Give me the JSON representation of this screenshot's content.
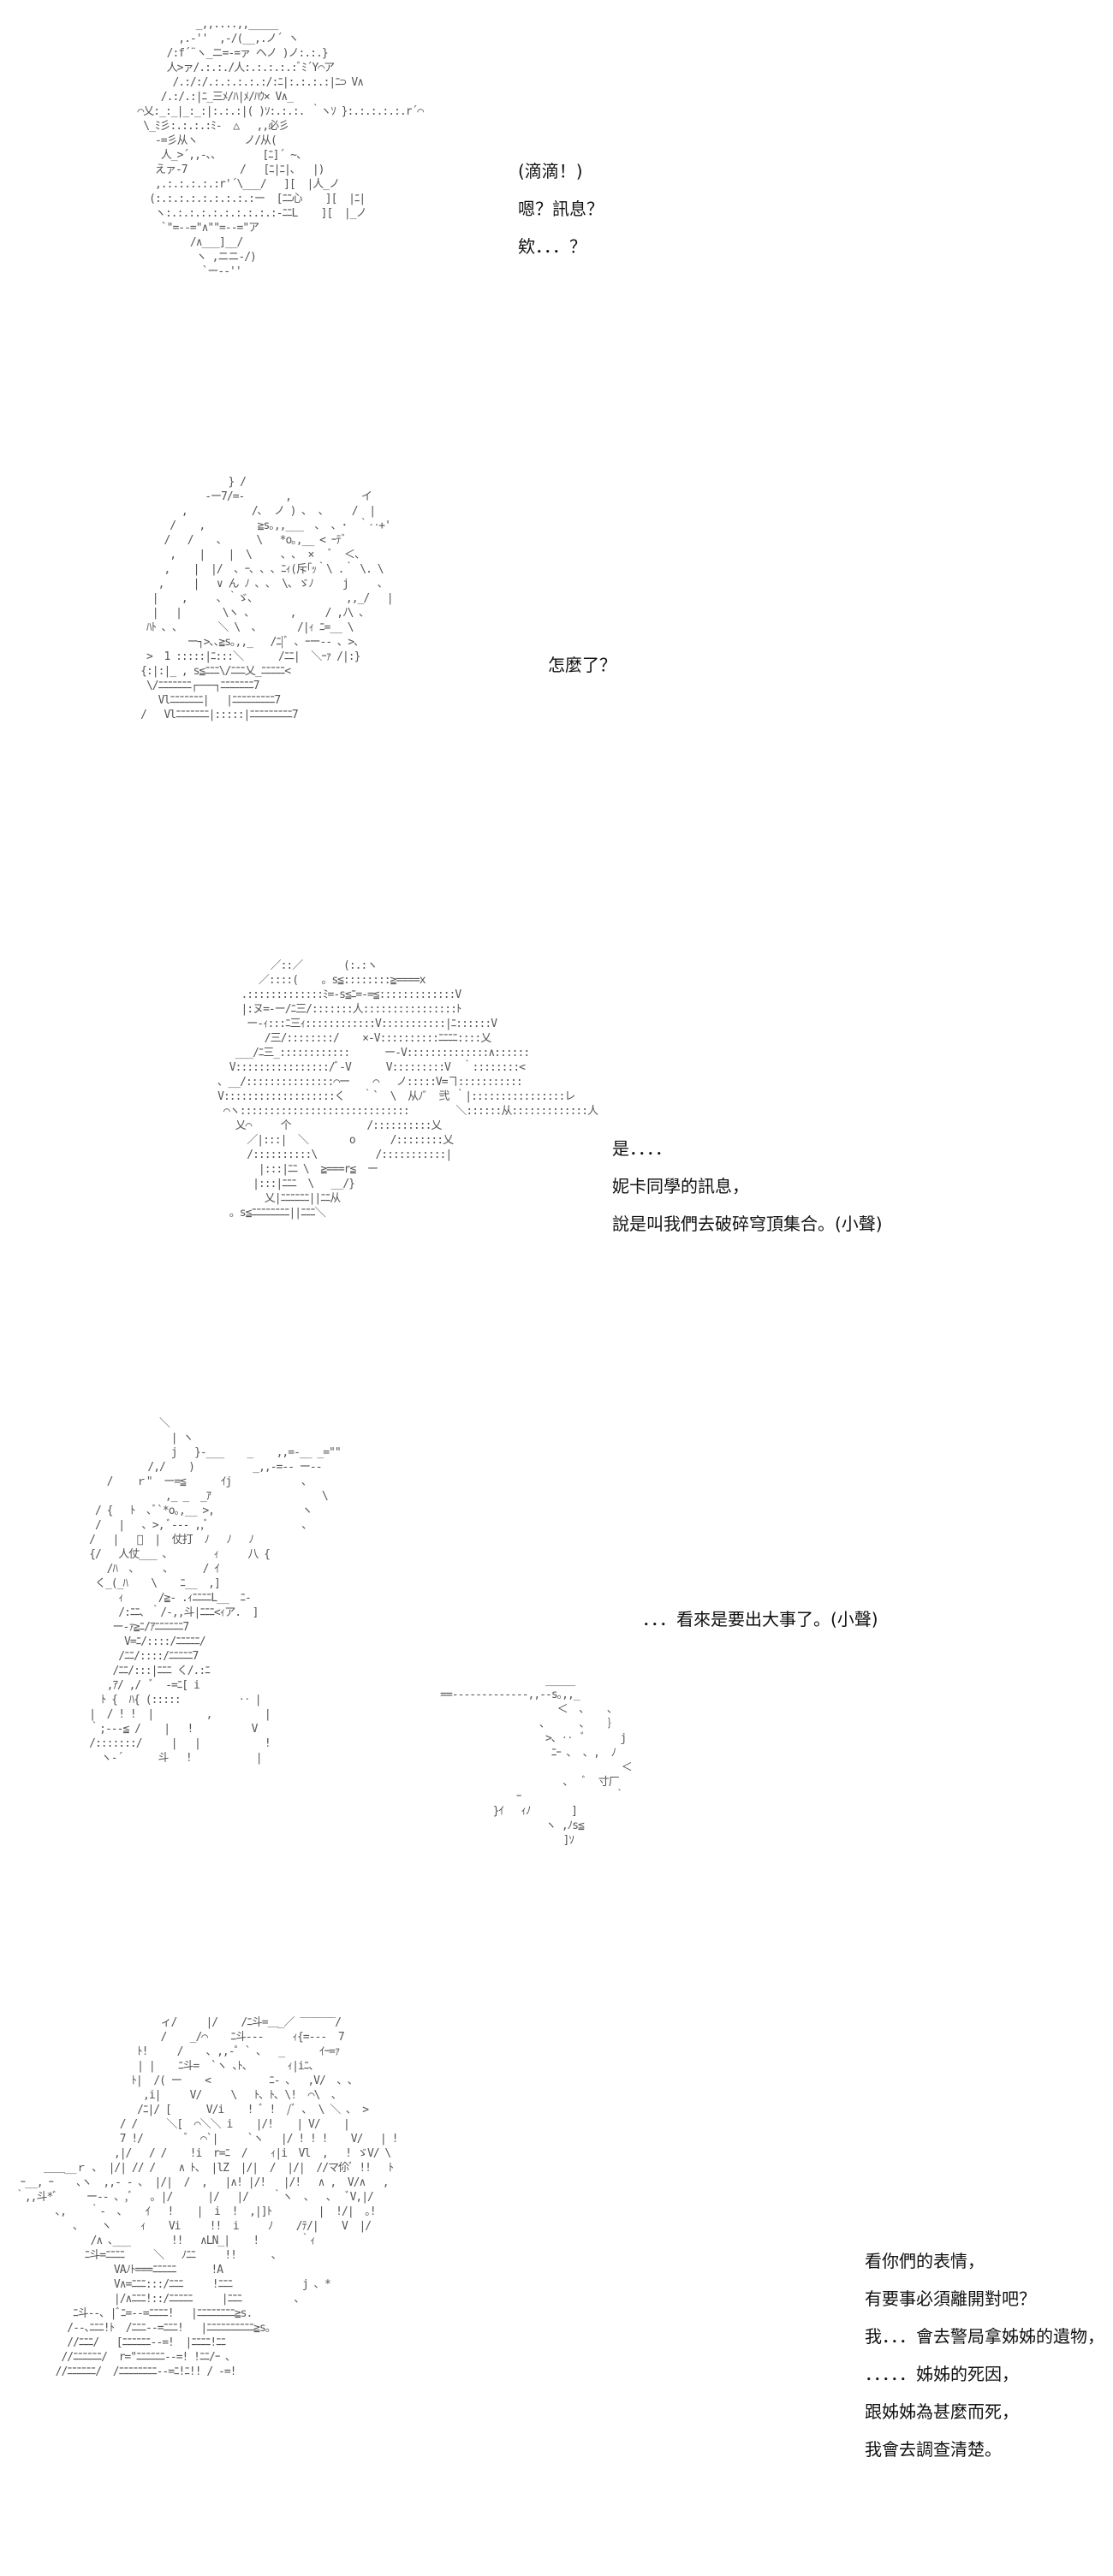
{
  "panels": [
    {
      "art": "             _,,....,,_____\n          ,.-''  ,-/(__,.ノ´ ヽ\n        /:f´¨ヽ_ニ=-=ァ ヘノ )ノ:.:.}\n        人>ァ/.:.:./人:.:.:.:.:ﾞﾐ´Y⌒ア\n         /.:/:/.:.:.:.:.:/:ﾆ|:.:.:.:|ﾆ⊃ V∧\n       /.:/.:|ﾆ_三ﾒ/ﾊ|ﾒ/ﾊｳ× V∧_\n   ⌒乂:_:_|_:_:|:.:.:|( )ｿ:.:.:. ｀ヽｿ }:.:.:.:.:.r´⌒\n    \\_ﾐ彡:.:.:.:ﾐ-  △   ,,必彡\n      -=彡从ヽ        ノ/从(\n       人_>´,,-､､        [ﾆ]´ ~、\n      えァ-7         /   [ﾆ|ﾆ|､   |)\n      ,.:.:.:.:.:r'´\\___/   ][  |人_ノ\n     (:.:.:.:.:.:.:.:.:ー  [ﾆﾆ心    ][  |ﾆ|\n      ヽ:.:.:.:.:.:.:.:.:.:-ﾆﾆL    ][  |_ノ\n       `\"=--=\"∧\"\"=--=\"ア\n            /∧___]__/\n             ヽ ,ニニ-/)\n              `ー--''",
      "lines": [
        "(滴滴！)",
        "嗯？訊息？",
        "欸．．．？"
      ]
    },
    {
      "art": "                    } /\n                -ー7/=-       ,            イ\n            ,           /､  ノ ) ､  、    /  |\n          /    ,         ≧s｡,,___  ､  ､ ･  ｀‥+'\n         /   /    ､      \\   *o｡,__ < ｰﾃﾞ\n          ,    |    |  \\     ､ ､  ×   ﾞ  ＜、\n         ,    |  |/  ､ ｰ､ ､ ､ ﾆｨ(斥｢ｯ｀\\ .｀ \\. \\\n        ,     |   ∨ ん ﾉ ､ ､  \\､ ゞﾉ     j     ､\n       |    ,     ､ ｀ゞ､                ,,_/   |\n       |   |       \\ヽ ､       ,     / ,ﾉ\\ ､\n      ﾊﾄ ､ ､       ＼ \\  ､       /|ｨ ﾆ=__ \\\n             ー┐>､､≧s｡,,_   /ﾆ|ﾞ ､ ｰー-- ､ >､\n      >  1 :::::|ﾆ:::＼      /ﾆﾆ|  ＼ｰｧ /|:}\n     {:|:|_ , s≦ﾆﾆﾆ\\/ﾆﾆﾆ乂_ﾆﾆﾆﾆﾆ<\n      \\/ﾆﾆﾆﾆﾆﾆﾆ┌───┐ﾆﾆﾆﾆﾆﾆﾆ7\n        Vlﾆﾆﾆﾆﾆﾆﾆ|   |ﾆﾆﾆﾆﾆﾆﾆﾆﾆ7\n     /   Vlﾆﾆﾆﾆﾆﾆﾆ|:::::|ﾆﾆﾆﾆﾆﾆﾆﾆﾆ7",
      "lines": [
        "怎麼了？"
      ]
    },
    {
      "art": "              ／::／       (:.:ヽ\n            ／::::(    。s≦::::::::≧====x\n         .:::::::::::::ﾐ=-s≦ﾆ=-=≦:::::::::::::V\n         |:ヌ=-ー/ﾆ三/:::::::人::::::::::::::::ﾄ\n          ー‐ｨ:::ﾆ三ｨ::::::::::::V:::::::::::|ﾆ::::::V\n             /三/::::::::/    ×-V::::::::::ﾆﾆﾆﾆ::::乂\n        ___/ﾆ三_::::::::::::      ー-V::::::::::::::∧::::::\n       V::::::::::::::::/ﾞ-V      V:::::::::V  ｀::::::::<\n     ､ __/:::::::::::::::⌒ー    ⌒   ノ:::::V=ヿ:::::::::::\n     V:::::::::::::::::::く   ｀`  \\  从ﾉ゛ 弐 ｀|::::::::::::::::レ\n      ⌒ヽ:::::::::::::::::::::::::::::        ＼::::::从:::::::::::::人\n        乂⌒     个             /::::::::::乂\n          ／|:::|  ＼       o      /::::::::乂\n          /::::::::::\\          /:::::::::::|\n            |:::|ﾆﾆ \\  ≧===r≦  ー\n           |:::|ﾆﾆﾆ  \\   __/}\n             乂|ﾆﾆﾆﾆﾆﾆ||ﾆﾆ从\n       。s≦ﾆﾆﾆﾆﾆﾆﾆﾆ||ﾆﾆﾆ＼",
      "lines": [
        "是．．．．",
        "妮卡同學的訊息，",
        "說是叫我們去破碎穹頂集合。(小聲)"
      ]
    },
    {
      "art": "                 ＼\n                   | ヽ\n                   j   }-___    _    ,,=-__ _=\"\"\n               /,/    )          _,,-=-- ー--\n        /    ｒ\"  ー=≦      ｲj            ､\n                  ,_ _  _ｱ                   \\\n      / {   ﾄ  ､ﾞ`*o｡,__ >,               ヽ\n      /   |   ､ >, ﾞ--- ,,ﾞ                ､\n     /   |   ﾞ  |  仗打  ﾉ   ﾉ   ﾉ\n     {/   人仗___ ､        ｨ     八 {\n        /ﾊ  ､     ､      / ｲ\n      く_(_ﾊ    \\    ﾆ__  ,]\n          ｨ      /≧- .ｨﾆﾆﾆﾆL__  ﾆ-\n          /:ﾆﾆ､ ｀/-,,斗|ﾆﾆﾆ<ｨア.  ]\n         ー-ｧ≧ﾆ/ｱﾆﾆﾆﾆﾆﾆ7\n           V=ﾆ/::::/ﾆﾆﾆﾆﾆ/\n          /ﾆﾆ/::::/ﾆﾆﾆﾆﾆ7\n         /ﾆﾆ/:::|ﾆﾆﾆ く/.:ﾆ\n        ,ｱ/ ,/  ﾞ  -=ﾆ[ i\n       ﾄ {  ﾊ{ (:::::          ‥ |\n     |  / ! !  |         ,         |\n     ｀;---≦ /    |   !          V\n     /:::::::/     |   |           !\n       ヽ-´      斗   !           |",
      "art2": "                       _____\n     ==‐‐‐‐‐‐‐‐‐‐‐‐‐,,-‐s｡,,_\n                         ＜  ､    ､\n                      ､      ､    ｝\n                       >､ ‥  ﾞ      j\n                        ﾆｰ ､  ､ ,  ﾉ\n                                    ＜\n                          ､   ﾞ  寸厂\n                  ｰ                ｀\n              }ｲ   ｨﾉ       ]\n                       ヽ ,ﾉs≦\n                          ]ｿ",
      "lines": [
        "．．．看來是要出大事了。(小聲)"
      ]
    },
    {
      "art": "                          ィ/     |/    /ﾆ斗=＿_／ ‾‾‾‾‾‾/\n                          /    _/⌒    ﾆ斗---     ｨ{=---  7\n                      ﾄ!     /    ､ ,,-゜` ､   _      ｲｰ=ｧ\n                      | |    ﾆ斗=  `ヽ ､ﾄ、      ｨ|iﾆ、\n                     ﾄ|  /( ー    <          ﾆ- ､   ,V/  ､ ､\n                       ,i|     V/     \\   ﾄ､ ﾄ､ \\!  ⌒\\  ､\n                      /ﾆ|/ [      V/i    ! ﾞ !  /ﾞ ､  \\ ＼ ､  >\n                   / /     ＼[  ⌒＼＼ i    |/!    | V/    |\n                   7 !/       ﾞ  ⌒`|     `ヽ   |/ ! ! !    V/   | !\n                  ,|/   / /    !i  r=ﾆ  /    ｨ|i  Vl  ,   ! ゞV/ \\\n      ＿＿__ｒ ､  |/| // /    ∧ ﾄ、 |lZ  |/|  /  |/|  //マ伱ﾞ !!   ﾄ\n  ｰ__, ｰ    ､ヽ  ,,- - ､  |/|  /  ,   |∧! |/!   |/!   ∧ ,  V/∧   ,\n ｀,,斗*ﾞ     ー-- ､ ,ﾞ   ｡ |/      |/   |/    ｀ヽ  ､   ､   ﾞV,|/\n        ､,    ｀-  ､    ｲ   !    |  i  !  ,|]ﾄ        |  !/|  ｡!\n           ､    ヽ     ｨ    Vi     !!  i     ﾉ    /ﾃ/|    V  |/\n              /∧ ､___       !!   ∧LN_|    !       ｀ｨ\n             ﾆ斗=ﾆﾆﾆﾆ     ＼   ﾉﾆﾆ     !!      ､\n                  VAﾉﾄ===ﾆﾆﾆﾆﾆ      !A\n                  V∧=ﾆﾆﾆ:::/ﾆﾆﾆ     !ﾆﾆﾆ            j ､ *\n                  |/∧ﾆﾆﾆ!::/ﾆﾆﾆﾆﾆ     |ﾆﾆﾆ         ､\n           ﾆ斗--､ |ﾞﾆ=--=ﾆﾆﾆﾆ!   |ﾆﾆﾆﾆﾆﾆﾆﾆ≧s.\n          /--､ﾆﾆﾆ!ﾄ  /ﾆﾆﾆ--=ﾆﾆﾆ!   |ﾆﾆﾆﾆﾆﾆﾆﾆﾆﾆ≧s｡\n          //ﾆﾆﾆ/   [ﾆﾆﾆﾆﾆﾆ--=!  |ﾆﾆﾆﾆ!ﾆﾆ\n         //ﾆﾆﾆﾆﾆﾆ/  r=\"ﾆﾆﾆﾆﾆﾆ--=! !ﾆﾆ/ｰ ､\n        //ﾆﾆﾆﾆﾆﾆ/  /ﾆﾆﾆﾆﾆﾆﾆﾆ--=ﾆ!ﾆ!! / -=!",
      "lines": [
        "看你們的表情，",
        "有要事必須離開對吧？",
        "我．．．會去警局拿姊姊的遺物，",
        "．．．．．姊姊的死因，",
        "跟姊姊為甚麼而死，",
        "我會去調查清楚。"
      ]
    }
  ]
}
